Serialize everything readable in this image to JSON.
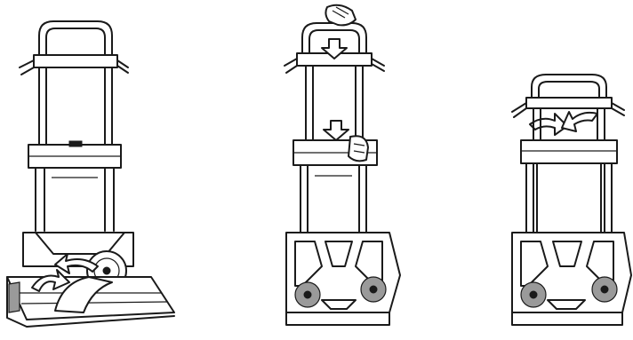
{
  "figure": {
    "steps": [
      {
        "id": "step-1",
        "action": "fold-up-toe-plate",
        "arrow_count": 2
      },
      {
        "id": "step-2",
        "action": "press-release-buttons",
        "arrow_count": 2
      },
      {
        "id": "step-3",
        "action": "push-handle-down",
        "arrow_count": 2
      }
    ],
    "line_color": "#1a1a1a",
    "background_color": "#ffffff"
  }
}
